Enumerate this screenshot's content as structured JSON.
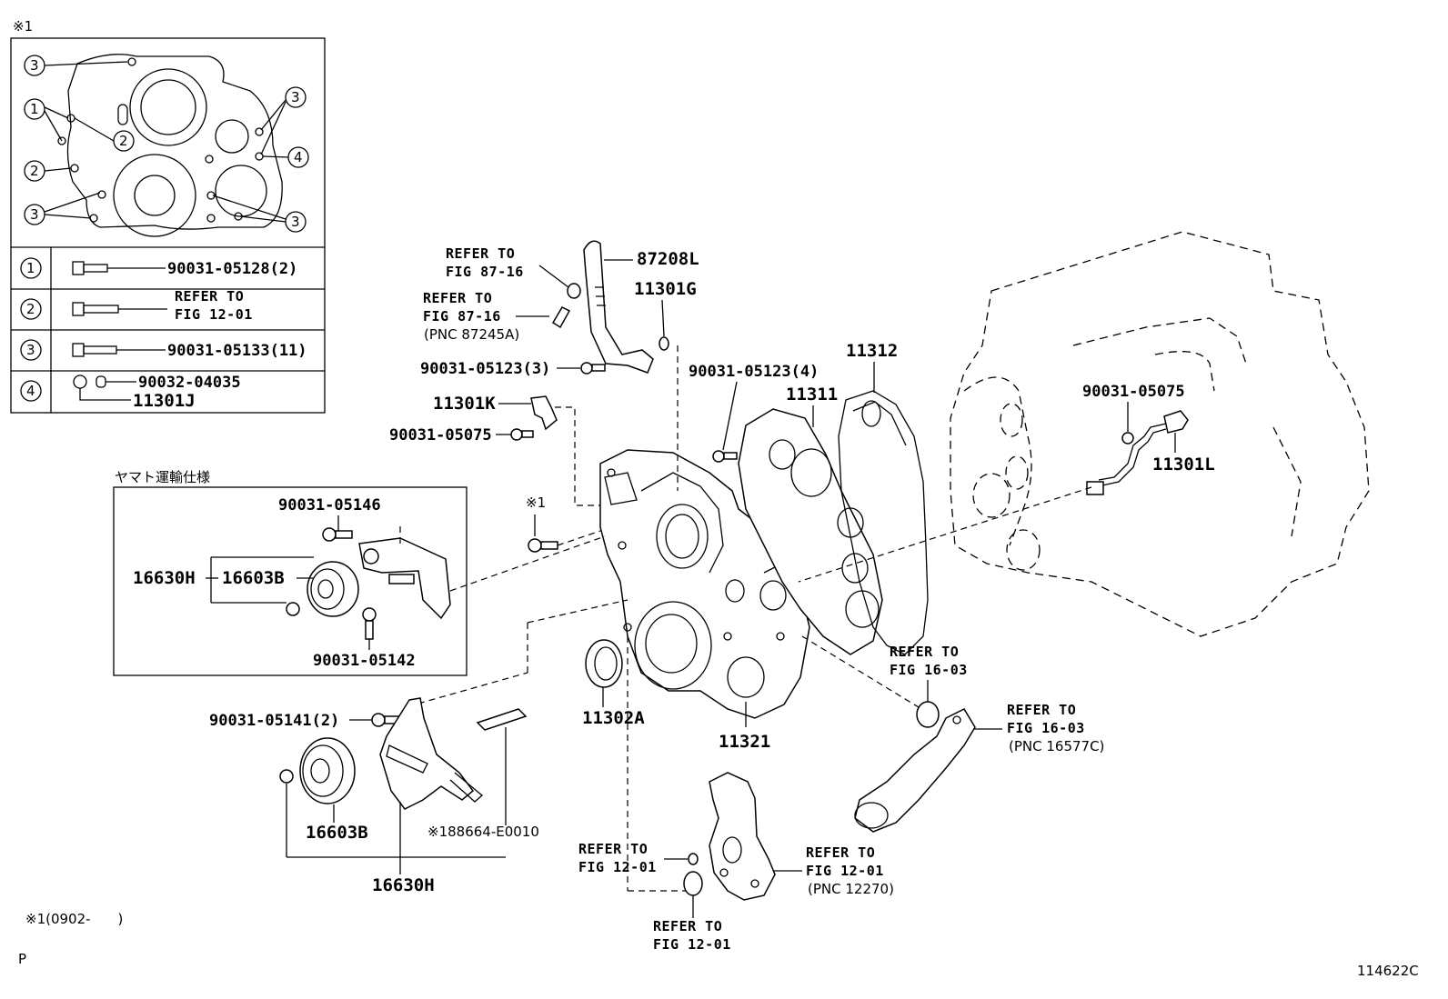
{
  "inset": {
    "marker": "※1",
    "legend": [
      {
        "num": "1",
        "part": "90031-05128(2)"
      },
      {
        "num": "2",
        "part_line1": "REFER TO",
        "part_line2": "FIG 12-01"
      },
      {
        "num": "3",
        "part": "90031-05133(11)"
      },
      {
        "num": "4",
        "part": "90032-04035",
        "part2": "11301J"
      }
    ],
    "callouts": [
      "3",
      "1",
      "2",
      "2",
      "3",
      "3",
      "4",
      "3"
    ]
  },
  "yamato_box": {
    "title": "ヤマト運輸仕様",
    "labels": {
      "top_bolt": "90031-05146",
      "left_assy": "16630H",
      "pulley": "16603B",
      "bottom_bolt": "90031-05142"
    }
  },
  "labels": {
    "refer_a_1": "REFER TO",
    "refer_a_2": "FIG 87-16",
    "refer_b_1": "REFER TO",
    "refer_b_2": "FIG 87-16",
    "refer_b_3": "(PNC 87245A)",
    "pipe": "87208L",
    "oring_top": "11301G",
    "bolt_3": "90031-05123(3)",
    "bolt_4": "90031-05123(4)",
    "sensor_k": "11301K",
    "bolt_k": "90031-05075",
    "gasket_12": "11312",
    "plate_11": "11311",
    "bolt_l": "90031-05075",
    "sensor_l": "11301L",
    "marker_1": "※1",
    "ref_1603_1": "REFER TO",
    "ref_1603_2": "FIG 16-03",
    "ref_1603b_1": "REFER TO",
    "ref_1603b_2": "FIG 16-03",
    "ref_1603b_3": "(PNC 16577C)",
    "seal": "11302A",
    "cover": "11321",
    "bolt_2": "90031-05141(2)",
    "pulley_b": "16603B",
    "stud": "※188664-E0010",
    "bracket_h": "16630H",
    "ref_1201a_1": "REFER TO",
    "ref_1201a_2": "FIG 12-01",
    "ref_1201b_1": "REFER TO",
    "ref_1201b_2": "FIG 12-01",
    "ref_1201b_3": "(PNC 12270)",
    "ref_1201c_1": "REFER TO",
    "ref_1201c_2": "FIG 12-01",
    "footnote": "※1(0902-　　)",
    "corner_p": "P",
    "fig_id": "114622C"
  }
}
